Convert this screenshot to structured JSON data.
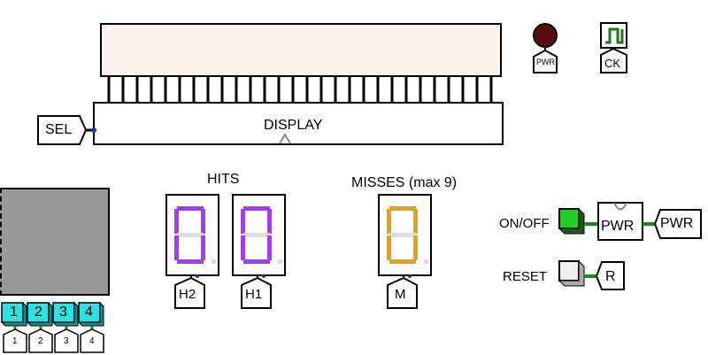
{
  "display": {
    "label": "DISPLAY",
    "sel_label": "SEL"
  },
  "power_led": {
    "label": "PWR",
    "color": "#5a0d0d"
  },
  "clock": {
    "label": "CK",
    "color": "#1a7a1a"
  },
  "hits": {
    "title": "HITS",
    "digits": [
      {
        "pin": "H2"
      },
      {
        "pin": "H1"
      }
    ],
    "color": "#a23cf0"
  },
  "misses": {
    "title": "MISSES (max 9)",
    "pin": "M",
    "color": "#e5a21a"
  },
  "buttons": {
    "items": [
      {
        "label": "1",
        "pin": "1"
      },
      {
        "label": "2",
        "pin": "2"
      },
      {
        "label": "3",
        "pin": "3"
      },
      {
        "label": "4",
        "pin": "4"
      }
    ],
    "color": "#2ee0e0"
  },
  "controls": {
    "onoff_label": "ON/OFF",
    "pwr_box": "PWR",
    "pwr_pin": "PWR",
    "reset_label": "RESET",
    "reset_pin": "R",
    "on_color": "#22d022"
  }
}
